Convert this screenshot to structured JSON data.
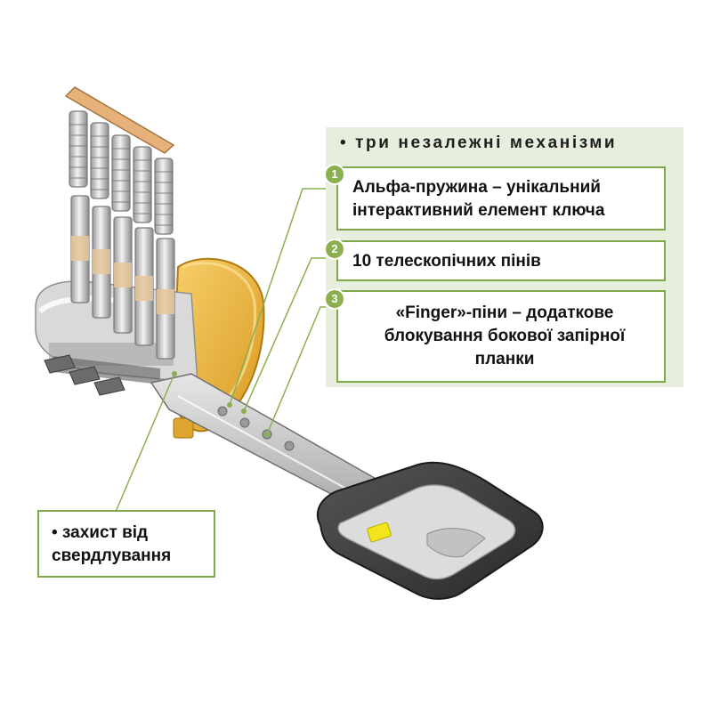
{
  "panel": {
    "title": "• три незалежні механізми"
  },
  "callouts": [
    {
      "number": "1",
      "lines": [
        "Альфа-пружина – унікальний",
        "інтерактивний елемент ключа"
      ]
    },
    {
      "number": "2",
      "lines": [
        "10 телескопічних пінів"
      ]
    },
    {
      "number": "3",
      "lines": [
        "«Finger»-піни – додаткове",
        "блокування бокової запірної",
        "планки"
      ]
    }
  ],
  "drill_protection": {
    "lines": [
      "• захист від",
      "свердлування"
    ]
  },
  "colors": {
    "accent_green": "#7fa84a",
    "panel_bg": "#e8eedd",
    "brass": "#f0b43c",
    "chip_yellow": "#f2e51c",
    "key_dark": "#3b3b3b"
  }
}
